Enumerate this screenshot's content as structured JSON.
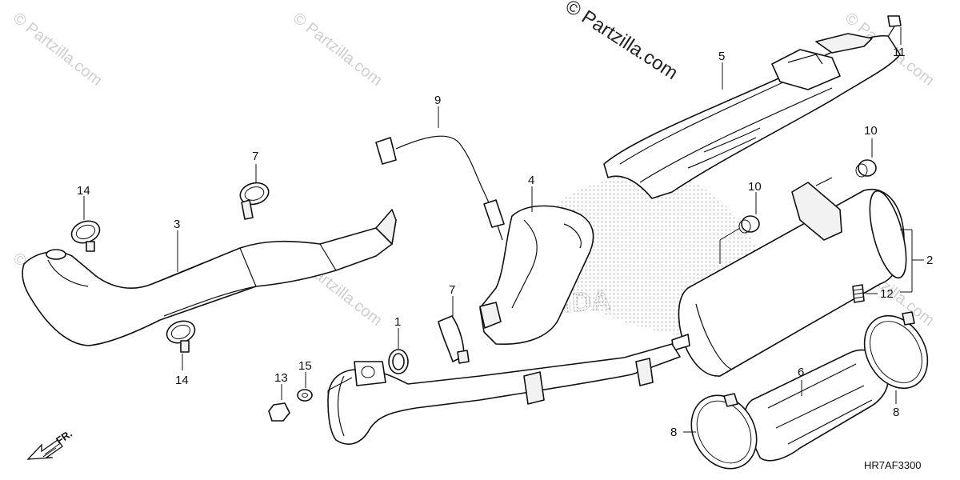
{
  "watermark": {
    "center_text": "© Partzilla.com",
    "tile_text": "© Partzilla.com"
  },
  "diagram_code": "HR7AF3300",
  "direction_label": "FR.",
  "brand_mark": "HONDA",
  "callouts": {
    "c1": "1",
    "c2": "2",
    "c3": "3",
    "c4": "4",
    "c5": "5",
    "c6": "6",
    "c7a": "7",
    "c7b": "7",
    "c8a": "8",
    "c8b": "8",
    "c9": "9",
    "c10a": "10",
    "c10b": "10",
    "c11": "11",
    "c12": "12",
    "c13": "13",
    "c14a": "14",
    "c14b": "14",
    "c15": "15"
  },
  "colors": {
    "ink": "#111111",
    "watermark": "#cfcfcf",
    "halftone": "#9a9a9a"
  }
}
